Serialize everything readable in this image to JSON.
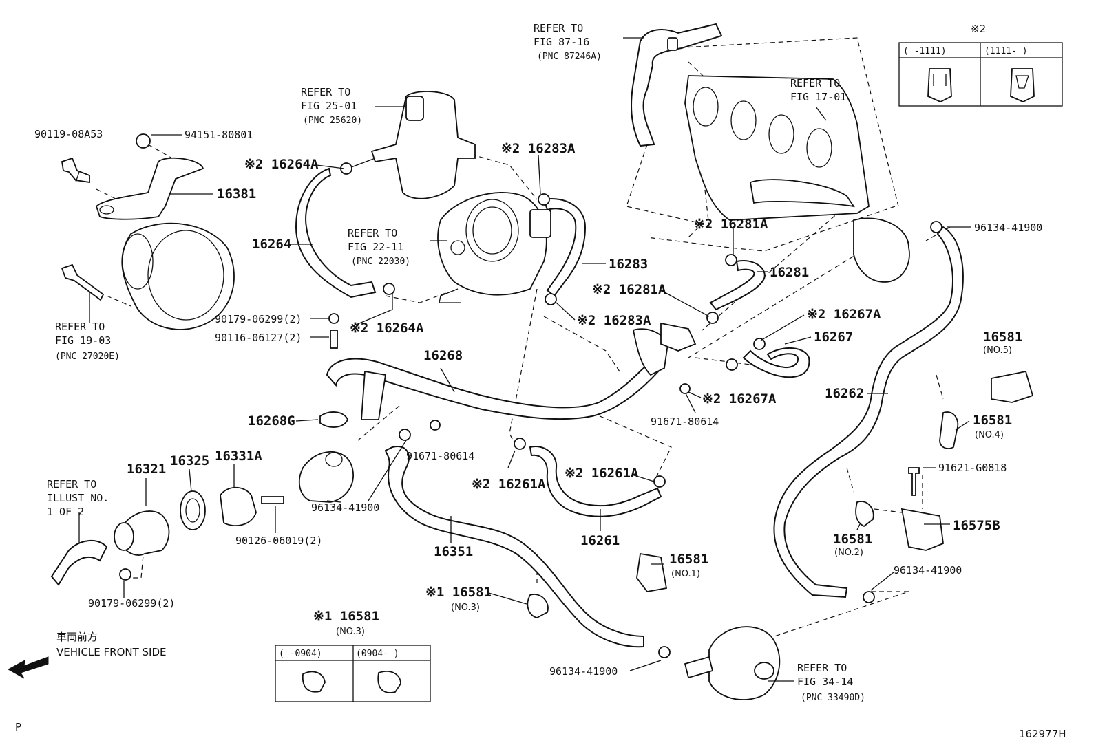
{
  "labels": {
    "refer_87_16": "REFER TO",
    "fig_87_16": "FIG 87-16",
    "pnc_87246a": "(PNC 87246A)",
    "refer_25_01": "REFER TO",
    "fig_25_01": "FIG 25-01",
    "pnc_25620": "(PNC 25620)",
    "refer_17_01": "REFER TO",
    "fig_17_01": "FIG 17-01",
    "refer_22_11": "REFER TO",
    "fig_22_11": "FIG 22-11",
    "pnc_22030": "(PNC 22030)",
    "refer_19_03": "REFER TO",
    "fig_19_03": "FIG 19-03",
    "pnc_27020e": "(PNC 27020E)",
    "refer_illust": "REFER TO",
    "illust_no": "ILLUST NO.",
    "one_of_two": "1 OF 2",
    "refer_34_14": "REFER TO",
    "fig_34_14": "FIG 34-14",
    "pnc_33490d": "(PNC 33490D)",
    "p_90119_08a53": "90119-08A53",
    "p_94151_80801": "94151-80801",
    "p_16381": "16381",
    "p_16264a_top": "※2 16264A",
    "p_16264": "16264",
    "p_16283a_top": "※2 16283A",
    "p_16283": "16283",
    "p_16281a_top": "※2 16281A",
    "p_16281": "16281",
    "p_16281a_mid": "※2 16281A",
    "p_16283a_mid": "※2 16283A",
    "p_16264a_bot": "※2 16264A",
    "p_90179_06299_a": "90179-06299(2)",
    "p_90116_06127": "90116-06127(2)",
    "p_16268": "16268",
    "p_16268g": "16268G",
    "p_16267a_top": "※2 16267A",
    "p_16267": "16267",
    "p_16267a_bot": "※2 16267A",
    "p_91671_80614_a": "91671-80614",
    "p_91671_80614_b": "91671-80614",
    "p_96134_41900_tr": "96134-41900",
    "p_16581_no5": "16581",
    "no5": "(NO.5)",
    "p_16262": "16262",
    "p_16581_no4": "16581",
    "no4": "(NO.4)",
    "p_91621_g0818": "91621-G0818",
    "p_16575b": "16575B",
    "p_16581_no2": "16581",
    "no2": "(NO.2)",
    "p_96134_41900_r": "96134-41900",
    "p_16321": "16321",
    "p_16325": "16325",
    "p_16331a": "16331A",
    "p_96134_41900_m": "96134-41900",
    "p_90126_06019": "90126-06019(2)",
    "p_90179_06299_b": "90179-06299(2)",
    "p_16261a_l": "※2 16261A",
    "p_16261a_r": "※2 16261A",
    "p_16261": "16261",
    "p_16351": "16351",
    "p_16581_no1": "16581",
    "no1": "(NO.1)",
    "p_16581_no3": "※1 16581",
    "no3": "(NO.3)",
    "p_96134_41900_b": "96134-41900",
    "front_jp": "車両前方",
    "front_en": "VEHICLE FRONT SIDE",
    "page_p": "P",
    "fig_id": "162977H"
  },
  "table_tr": {
    "title": "※2",
    "col1": "(      -1111)",
    "col2": "(1111-      )"
  },
  "table_bl": {
    "title": "※1 16581",
    "sub": "(NO.3)",
    "col1": "(      -0904)",
    "col2": "(0904-      )"
  }
}
